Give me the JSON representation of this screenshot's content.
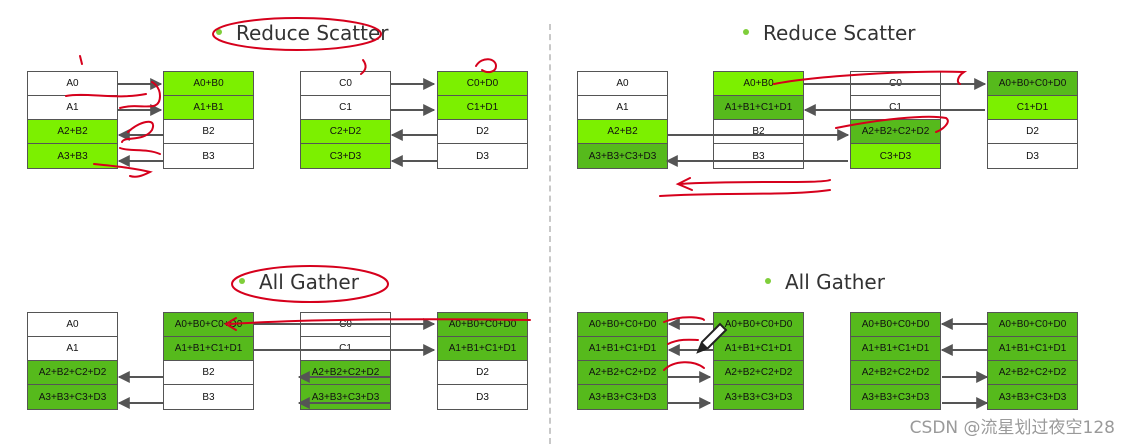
{
  "titles": {
    "tl": "Reduce Scatter",
    "tr": "Reduce Scatter",
    "bl": "All Gather",
    "br": "All Gather"
  },
  "colors": {
    "light_green": "#7cf000",
    "dark_green": "#56ba1c",
    "ink": "#d6001c",
    "arrow": "#555555"
  },
  "panels": {
    "tl": [
      [
        {
          "t": "A0",
          "c": "wh"
        },
        {
          "t": "A1",
          "c": "wh"
        },
        {
          "t": "A2+B2",
          "c": "lg"
        },
        {
          "t": "A3+B3",
          "c": "lg"
        }
      ],
      [
        {
          "t": "A0+B0",
          "c": "lg"
        },
        {
          "t": "A1+B1",
          "c": "lg"
        },
        {
          "t": "B2",
          "c": "wh"
        },
        {
          "t": "B3",
          "c": "wh"
        }
      ],
      [
        {
          "t": "C0",
          "c": "wh"
        },
        {
          "t": "C1",
          "c": "wh"
        },
        {
          "t": "C2+D2",
          "c": "lg"
        },
        {
          "t": "C3+D3",
          "c": "lg"
        }
      ],
      [
        {
          "t": "C0+D0",
          "c": "lg"
        },
        {
          "t": "C1+D1",
          "c": "lg"
        },
        {
          "t": "D2",
          "c": "wh"
        },
        {
          "t": "D3",
          "c": "wh"
        }
      ]
    ],
    "tr": [
      [
        {
          "t": "A0",
          "c": "wh"
        },
        {
          "t": "A1",
          "c": "wh"
        },
        {
          "t": "A2+B2",
          "c": "lg"
        },
        {
          "t": "A3+B3+C3+D3",
          "c": "dg"
        }
      ],
      [
        {
          "t": "A0+B0",
          "c": "lg"
        },
        {
          "t": "A1+B1+C1+D1",
          "c": "dg"
        },
        {
          "t": "B2",
          "c": "wh"
        },
        {
          "t": "B3",
          "c": "wh"
        }
      ],
      [
        {
          "t": "C0",
          "c": "wh"
        },
        {
          "t": "C1",
          "c": "wh"
        },
        {
          "t": "A2+B2+C2+D2",
          "c": "dg"
        },
        {
          "t": "C3+D3",
          "c": "lg"
        }
      ],
      [
        {
          "t": "A0+B0+C0+D0",
          "c": "dg"
        },
        {
          "t": "C1+D1",
          "c": "lg"
        },
        {
          "t": "D2",
          "c": "wh"
        },
        {
          "t": "D3",
          "c": "wh"
        }
      ]
    ],
    "bl": [
      [
        {
          "t": "A0",
          "c": "wh"
        },
        {
          "t": "A1",
          "c": "wh"
        },
        {
          "t": "A2+B2+C2+D2",
          "c": "dg"
        },
        {
          "t": "A3+B3+C3+D3",
          "c": "dg"
        }
      ],
      [
        {
          "t": "A0+B0+C0+D0",
          "c": "dg"
        },
        {
          "t": "A1+B1+C1+D1",
          "c": "dg"
        },
        {
          "t": "B2",
          "c": "wh"
        },
        {
          "t": "B3",
          "c": "wh"
        }
      ],
      [
        {
          "t": "C0",
          "c": "wh"
        },
        {
          "t": "C1",
          "c": "wh"
        },
        {
          "t": "A2+B2+C2+D2",
          "c": "dg"
        },
        {
          "t": "A3+B3+C3+D3",
          "c": "dg"
        }
      ],
      [
        {
          "t": "A0+B0+C0+D0",
          "c": "dg"
        },
        {
          "t": "A1+B1+C1+D1",
          "c": "dg"
        },
        {
          "t": "D2",
          "c": "wh"
        },
        {
          "t": "D3",
          "c": "wh"
        }
      ]
    ],
    "br": [
      [
        {
          "t": "A0+B0+C0+D0",
          "c": "dg"
        },
        {
          "t": "A1+B1+C1+D1",
          "c": "dg"
        },
        {
          "t": "A2+B2+C2+D2",
          "c": "dg"
        },
        {
          "t": "A3+B3+C3+D3",
          "c": "dg"
        }
      ],
      [
        {
          "t": "A0+B0+C0+D0",
          "c": "dg"
        },
        {
          "t": "A1+B1+C1+D1",
          "c": "dg"
        },
        {
          "t": "A2+B2+C2+D2",
          "c": "dg"
        },
        {
          "t": "A3+B3+C3+D3",
          "c": "dg"
        }
      ],
      [
        {
          "t": "A0+B0+C0+D0",
          "c": "dg"
        },
        {
          "t": "A1+B1+C1+D1",
          "c": "dg"
        },
        {
          "t": "A2+B2+C2+D2",
          "c": "dg"
        },
        {
          "t": "A3+B3+C3+D3",
          "c": "dg"
        }
      ],
      [
        {
          "t": "A0+B0+C0+D0",
          "c": "dg"
        },
        {
          "t": "A1+B1+C1+D1",
          "c": "dg"
        },
        {
          "t": "A2+B2+C2+D2",
          "c": "dg"
        },
        {
          "t": "A3+B3+C3+D3",
          "c": "dg"
        }
      ]
    ]
  },
  "watermark": "CSDN @流星划过夜空128",
  "icons": {
    "pencil": "pencil-icon"
  }
}
